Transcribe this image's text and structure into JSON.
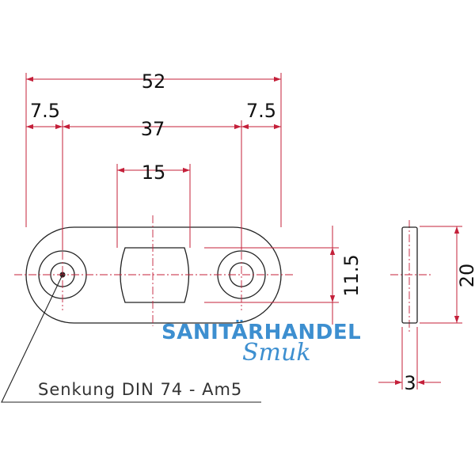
{
  "dimensions": {
    "total_length": "52",
    "left_offset": "7.5",
    "hole_spacing": "37",
    "right_offset": "7.5",
    "slot_width": "15",
    "slot_height": "11.5",
    "side_height": "20",
    "thickness": "3"
  },
  "note": "Senkung DIN 74 - Am5",
  "watermark": {
    "line1": "SANITÄRHANDEL",
    "line2": "Smuk"
  },
  "colors": {
    "dimension": "#c4203a",
    "outline": "#222222",
    "watermark": "#3d8fd0"
  }
}
